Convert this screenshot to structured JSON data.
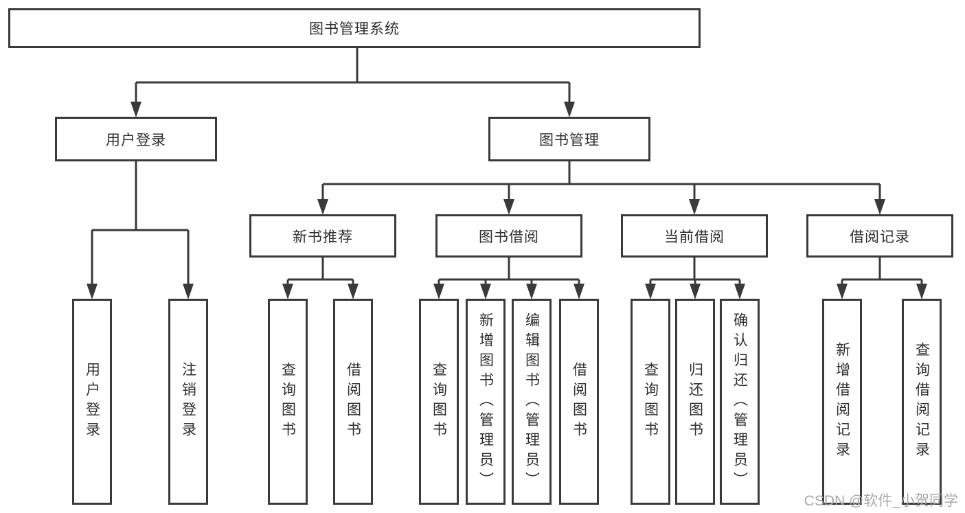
{
  "diagram": {
    "root": {
      "label": "图书管理系统"
    },
    "level2": [
      {
        "label": "用户登录"
      },
      {
        "label": "图书管理"
      }
    ],
    "level3": [
      {
        "label": "新书推荐"
      },
      {
        "label": "图书借阅"
      },
      {
        "label": "当前借阅"
      },
      {
        "label": "借阅记录"
      }
    ],
    "leaves": [
      {
        "label": "用户登录",
        "parent": "用户登录"
      },
      {
        "label": "注销登录",
        "parent": "用户登录"
      },
      {
        "label": "查询图书",
        "parent": "新书推荐"
      },
      {
        "label": "借阅图书",
        "parent": "新书推荐"
      },
      {
        "label": "查询图书",
        "parent": "图书借阅"
      },
      {
        "label": "新增图书（管理员）",
        "parent": "图书借阅"
      },
      {
        "label": "编辑图书（管理员）",
        "parent": "图书借阅"
      },
      {
        "label": "借阅图书",
        "parent": "图书借阅"
      },
      {
        "label": "查询图书",
        "parent": "当前借阅"
      },
      {
        "label": "归还图书",
        "parent": "当前借阅"
      },
      {
        "label": "确认归还（管理员）",
        "parent": "当前借阅"
      },
      {
        "label": "新增借阅记录",
        "parent": "借阅记录"
      },
      {
        "label": "查询借阅记录",
        "parent": "借阅记录"
      }
    ],
    "watermark": "CSDN @软件_小贺同学",
    "colors": {
      "line": "#3a3a3a",
      "text": "#2f2f2f",
      "watermark": "#a9a9a9",
      "background": "#ffffff"
    }
  }
}
